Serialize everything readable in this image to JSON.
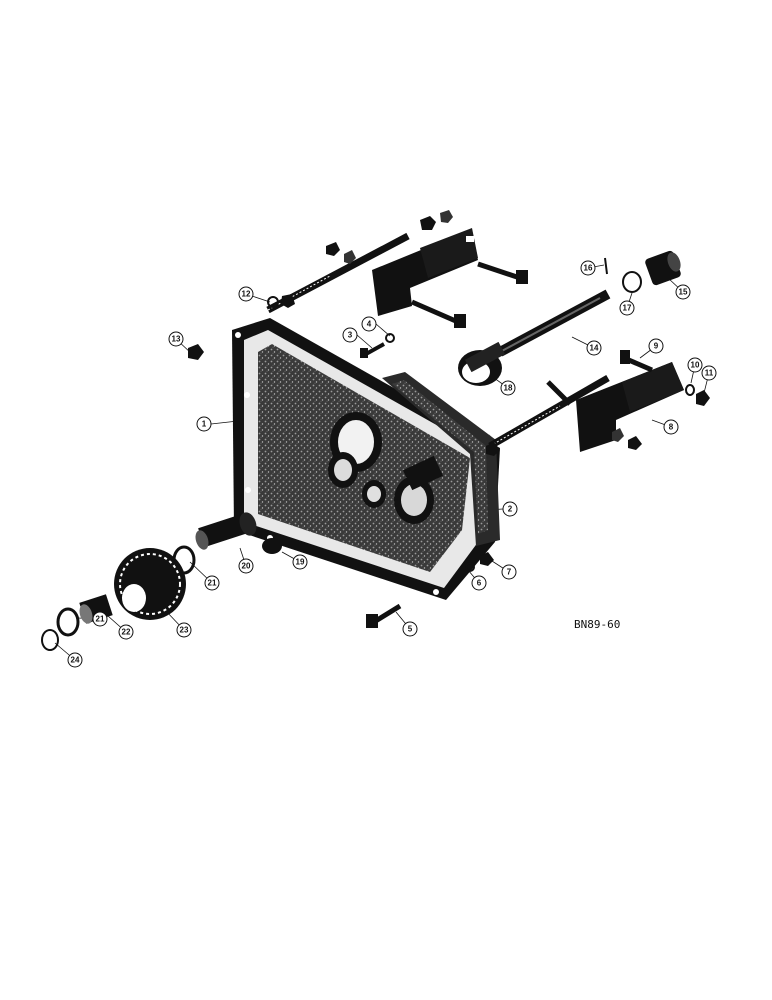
{
  "drawing": {
    "reference_code": "BN89-60",
    "callouts": [
      {
        "id": "c1",
        "label": "1"
      },
      {
        "id": "c2",
        "label": "2"
      },
      {
        "id": "c3",
        "label": "3"
      },
      {
        "id": "c4",
        "label": "4"
      },
      {
        "id": "c5",
        "label": "5"
      },
      {
        "id": "c6",
        "label": "6"
      },
      {
        "id": "c7",
        "label": "7"
      },
      {
        "id": "c8",
        "label": "8"
      },
      {
        "id": "c9",
        "label": "9"
      },
      {
        "id": "c10",
        "label": "10"
      },
      {
        "id": "c11",
        "label": "11"
      },
      {
        "id": "c12",
        "label": "12"
      },
      {
        "id": "c13",
        "label": "13"
      },
      {
        "id": "c14",
        "label": "14"
      },
      {
        "id": "c15",
        "label": "15"
      },
      {
        "id": "c16",
        "label": "16"
      },
      {
        "id": "c17",
        "label": "17"
      },
      {
        "id": "c18",
        "label": "18"
      },
      {
        "id": "c19",
        "label": "19"
      },
      {
        "id": "c20",
        "label": "20"
      },
      {
        "id": "c21a",
        "label": "21"
      },
      {
        "id": "c21b",
        "label": "21"
      },
      {
        "id": "c22",
        "label": "22"
      },
      {
        "id": "c23",
        "label": "23"
      },
      {
        "id": "c24",
        "label": "24"
      }
    ]
  }
}
